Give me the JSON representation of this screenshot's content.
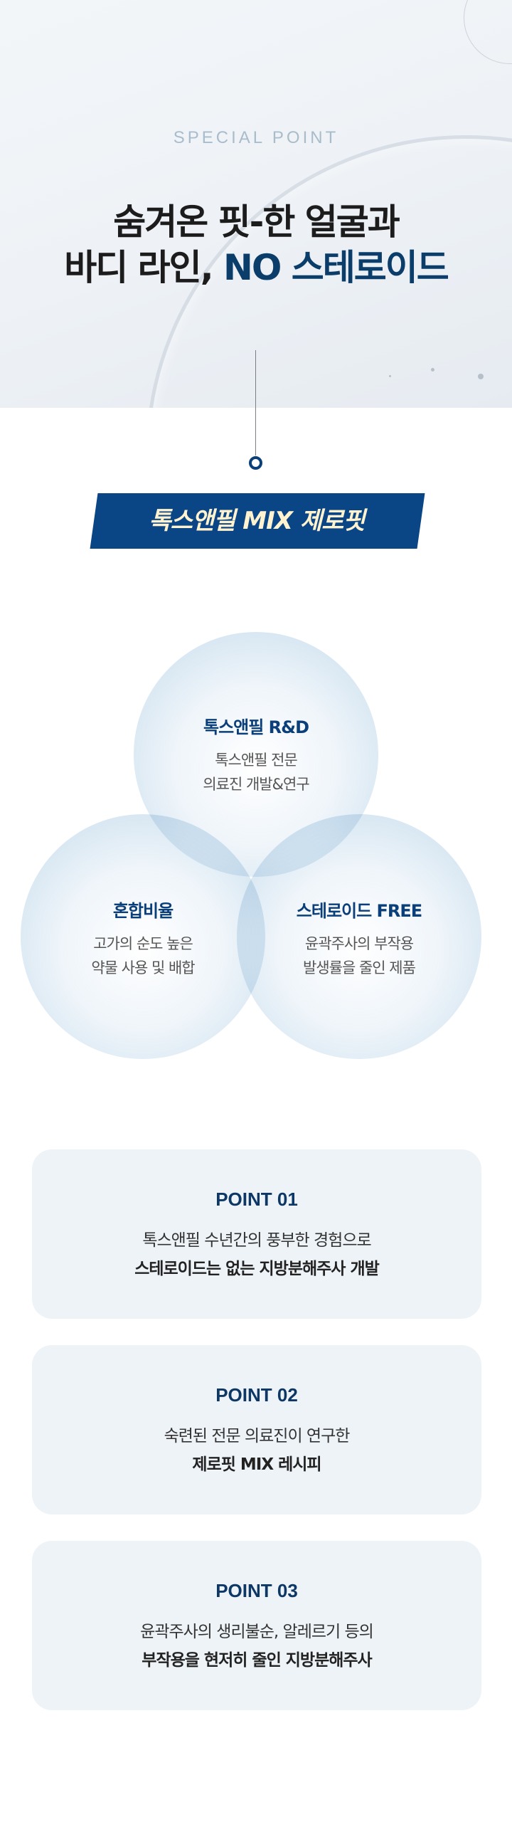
{
  "hero": {
    "eyebrow": "SPECIAL POINT",
    "title_line1": "숨겨온 핏-한 얼굴과",
    "title_line2_plain": "바디 라인, ",
    "title_line2_highlight": "NO 스테로이드"
  },
  "banner": {
    "label": "톡스앤필 MIX 제로핏"
  },
  "circles": [
    {
      "title": "톡스앤필 R&D",
      "line1": "톡스앤필 전문",
      "line2": "의료진 개발&연구"
    },
    {
      "title": "혼합비율",
      "line1": "고가의 순도 높은",
      "line2": "약물 사용 및 배합"
    },
    {
      "title": "스테로이드 FREE",
      "line1": "윤곽주사의 부작용",
      "line2": "발생률을 줄인 제품"
    }
  ],
  "points": [
    {
      "label": "POINT 01",
      "line1": "톡스앤필 수년간의 풍부한 경험으로",
      "line2": "스테로이드는 없는 지방분해주사 개발"
    },
    {
      "label": "POINT 02",
      "line1": "숙련된 전문 의료진이 연구한",
      "line2": "제로핏 MIX 레시피"
    },
    {
      "label": "POINT 03",
      "line1": "윤곽주사의 생리불순, 알레르기 등의",
      "line2": "부작용을 현저히 줄인 지방분해주사"
    }
  ],
  "colors": {
    "navy": "#0b3f7a",
    "banner": "#0a4585",
    "banner_text": "#fff3cf",
    "card_bg": "#eef3f7"
  }
}
